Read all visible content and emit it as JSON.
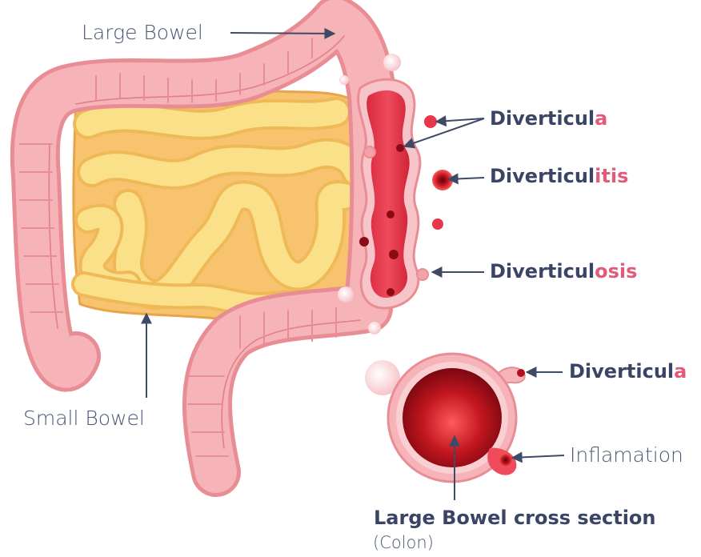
{
  "labels": {
    "large_bowel": "Large Bowel",
    "small_bowel": "Small Bowel",
    "diverticula_top": {
      "base": "Diverticul",
      "accent": "a"
    },
    "diverticulitis": {
      "base": "Diverticul",
      "accent": "itis"
    },
    "diverticulosis": {
      "base": "Diverticul",
      "accent": "osis"
    },
    "diverticula_section": {
      "base": "Diverticul",
      "accent": "a"
    },
    "inflamation": "Inflamation",
    "cross_section_title": "Large Bowel cross section",
    "cross_section_sub": "(Colon)"
  },
  "colors": {
    "label_text": "#3a4566",
    "accent_text": "#e35a7a",
    "large_bowel_fill": "#f6b4b8",
    "large_bowel_stroke": "#e98d95",
    "small_bowel_fill": "#fbe08a",
    "small_bowel_stroke": "#f0b957",
    "inflamed_fill": "#e0334a",
    "pointer_line": "#3f4b66"
  }
}
